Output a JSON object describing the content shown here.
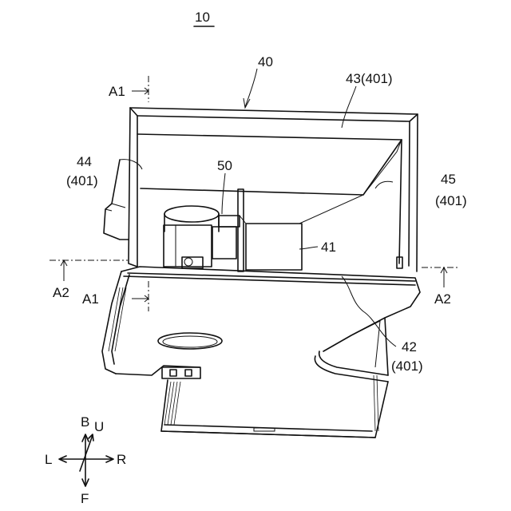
{
  "figure": {
    "number": "10",
    "labels": {
      "l40": "40",
      "l43": "43(401)",
      "l44a": "44",
      "l44b": "(401)",
      "l45a": "45",
      "l45b": "(401)",
      "l50": "50",
      "l41": "41",
      "l42a": "42",
      "l42b": "(401)",
      "a1_top": "A1",
      "a1_bottom": "A1",
      "a2_left": "A2",
      "a2_right": "A2"
    },
    "axes": {
      "up": "U",
      "back": "B",
      "left": "L",
      "right": "R",
      "front": "F"
    }
  }
}
